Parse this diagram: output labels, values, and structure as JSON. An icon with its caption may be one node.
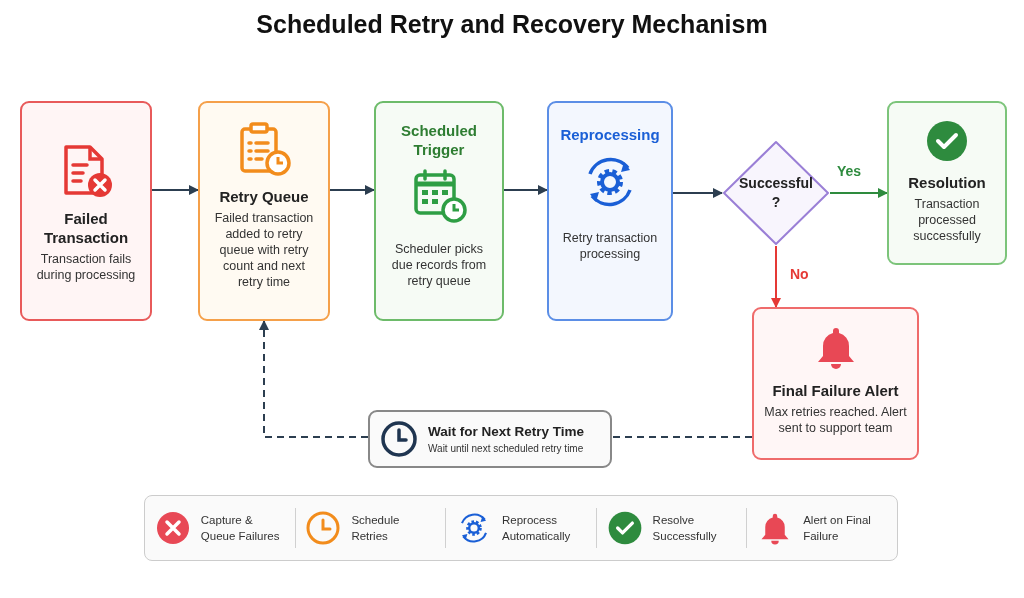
{
  "diagram": {
    "title": "Scheduled Retry and Recovery Mechanism",
    "nodes": [
      {
        "text": [
          "Failed Transaction",
          "Transaction fails during processing"
        ]
      },
      {
        "text": [
          "Retry Queue",
          "Failed transaction added to retry queue with retry count and next retry time"
        ]
      },
      {
        "text": [
          "Scheduled Trigger",
          "Scheduler picks due records from retry queue"
        ]
      },
      {
        "text": [
          "Reprocessing",
          "Retry transaction processing"
        ]
      },
      {
        "text": [
          "Successful ?"
        ]
      },
      {
        "text": [
          "Resolution",
          "Transaction processed successfully"
        ]
      },
      {
        "text": [
          "Final Failure Alert",
          "Max retries reached. Alert sent to support team"
        ]
      },
      {
        "text": [
          "Wait for Next Retry Time",
          "Wait until next scheduled retry time"
        ]
      }
    ],
    "edges": [
      {
        "from": 0,
        "to": 1,
        "arrow": "to"
      },
      {
        "from": 1,
        "to": 2,
        "arrow": "to"
      },
      {
        "from": 2,
        "to": 3,
        "arrow": "to"
      },
      {
        "from": 3,
        "to": 4,
        "arrow": "to"
      },
      {
        "from": 4,
        "to": 5,
        "arrow": "to",
        "label": "Yes",
        "color": "#2e8b3e"
      },
      {
        "from": 4,
        "to": 6,
        "arrow": "to",
        "label": "No",
        "color": "#e53935"
      },
      {
        "from": 6,
        "to": 7,
        "arrow": "none",
        "style": "dashed"
      },
      {
        "from": 7,
        "to": 1,
        "arrow": "to",
        "style": "dashed"
      }
    ],
    "legend": [
      {
        "text": "Capture & Queue Failures"
      },
      {
        "text": "Schedule Retries"
      },
      {
        "text": "Reprocess Automatically"
      },
      {
        "text": "Resolve Successfully"
      },
      {
        "text": "Alert on Final Failure"
      }
    ]
  }
}
